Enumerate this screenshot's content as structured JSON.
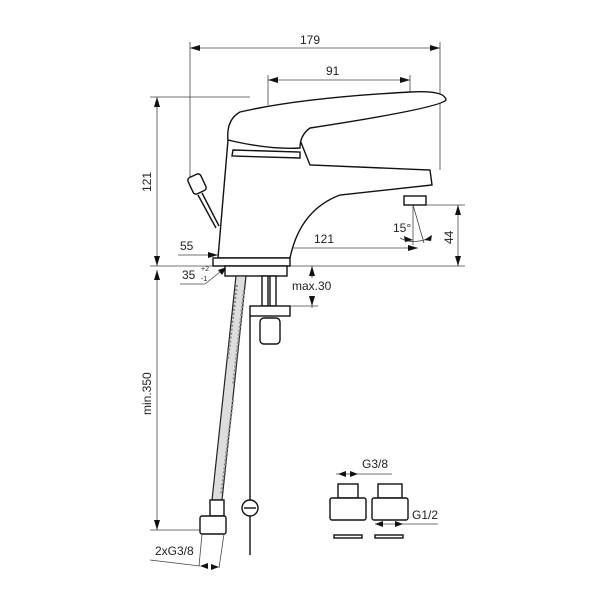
{
  "dimensions": {
    "overall_length": "179",
    "lever_length": "91",
    "height": "121",
    "spout_reach": "121",
    "base_offset": "55",
    "spout_height": "44",
    "spout_angle": "15°",
    "hole_diameter": "35",
    "hole_tol_plus": "+2",
    "hole_tol_minus": "-1",
    "max_thickness": "max.30",
    "hose_length": "min.350",
    "hose_connection": "2xG3/8",
    "adapter_inner": "G3/8",
    "adapter_outer": "G1/2"
  }
}
